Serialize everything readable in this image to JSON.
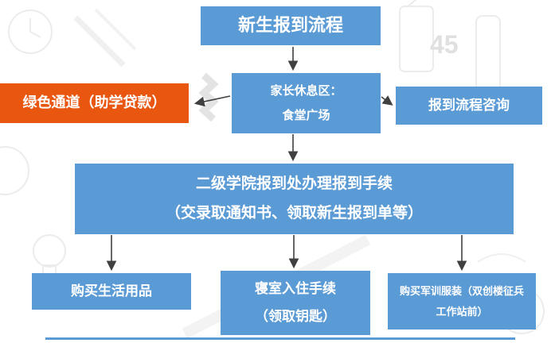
{
  "slide": {
    "background_number": "45"
  },
  "colors": {
    "node_blue": "#5B9BD5",
    "node_orange": "#E8560F",
    "arrow": "#404040",
    "footer_line": "#5B9BD5",
    "text": "#FFFFFF"
  },
  "flowchart": {
    "title": "新生报到流程",
    "rest_area": {
      "line1": "家长休息区：",
      "line2": "食堂广场"
    },
    "green_channel": {
      "label": "绿色通道（助学贷款）"
    },
    "consulting": {
      "label": "报到流程咨询"
    },
    "registration_desk": {
      "line1": "二级学院报到处办理报到手续",
      "line2": "（交录取通知书、领取新生报到单等）"
    },
    "daily_necessities": {
      "label": "购买生活用品"
    },
    "dormitory": {
      "line1": "寝室入住手续",
      "line2": "（领取钥匙）"
    },
    "military_uniform": {
      "line1": "购买军训服装（双创楼征兵",
      "line2": "工作站前）"
    }
  }
}
